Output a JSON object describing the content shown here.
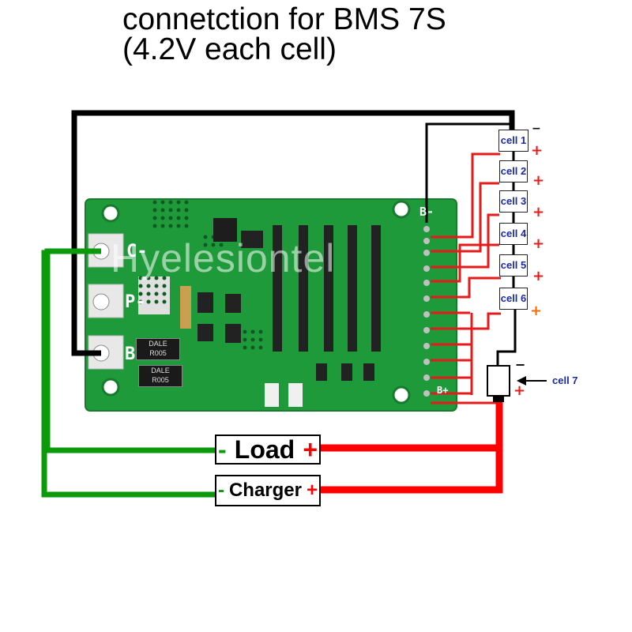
{
  "title": {
    "line1": "connetction for BMS 7S",
    "line2": "(4.2V each cell)"
  },
  "cells": [
    {
      "label": "cell 1"
    },
    {
      "label": "cell 2"
    },
    {
      "label": "cell 3"
    },
    {
      "label": "cell 4"
    },
    {
      "label": "cell 5"
    },
    {
      "label": "cell 6"
    }
  ],
  "cell7_label": "cell 7",
  "load": {
    "label": "Load",
    "neg": "-",
    "pos": "+"
  },
  "charger": {
    "label": "Charger",
    "neg": "-",
    "pos": "+"
  },
  "board": {
    "pad_c": "C-",
    "pad_p": "P-",
    "pad_b": "B-",
    "b_minus_label": "B-",
    "b_plus_label": "B+",
    "resistor_text_1": "DALE\nR005",
    "resistor_text_2": "DALE\nR005"
  },
  "watermark": "Hyelesiontel",
  "colors": {
    "wire_black": "#000000",
    "wire_red": "#e51a1a",
    "wire_green": "#0a9a0a",
    "pcb_green": "#1f9a3a",
    "cell_text": "#1a2aa0"
  }
}
